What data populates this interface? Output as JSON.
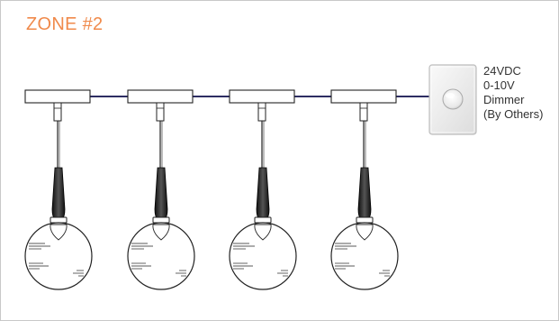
{
  "zone_title": "ZONE #2",
  "dimmer": {
    "label_lines": [
      "24VDC",
      "0-10V",
      "Dimmer",
      "(By Others)"
    ]
  },
  "pendants": [
    {
      "id": "pendant-1"
    },
    {
      "id": "pendant-2"
    },
    {
      "id": "pendant-3"
    },
    {
      "id": "pendant-4"
    }
  ],
  "colors": {
    "title": "#f08a4b",
    "wire": "#2e2e63",
    "outline": "#222222",
    "border": "#c8c8c8"
  }
}
